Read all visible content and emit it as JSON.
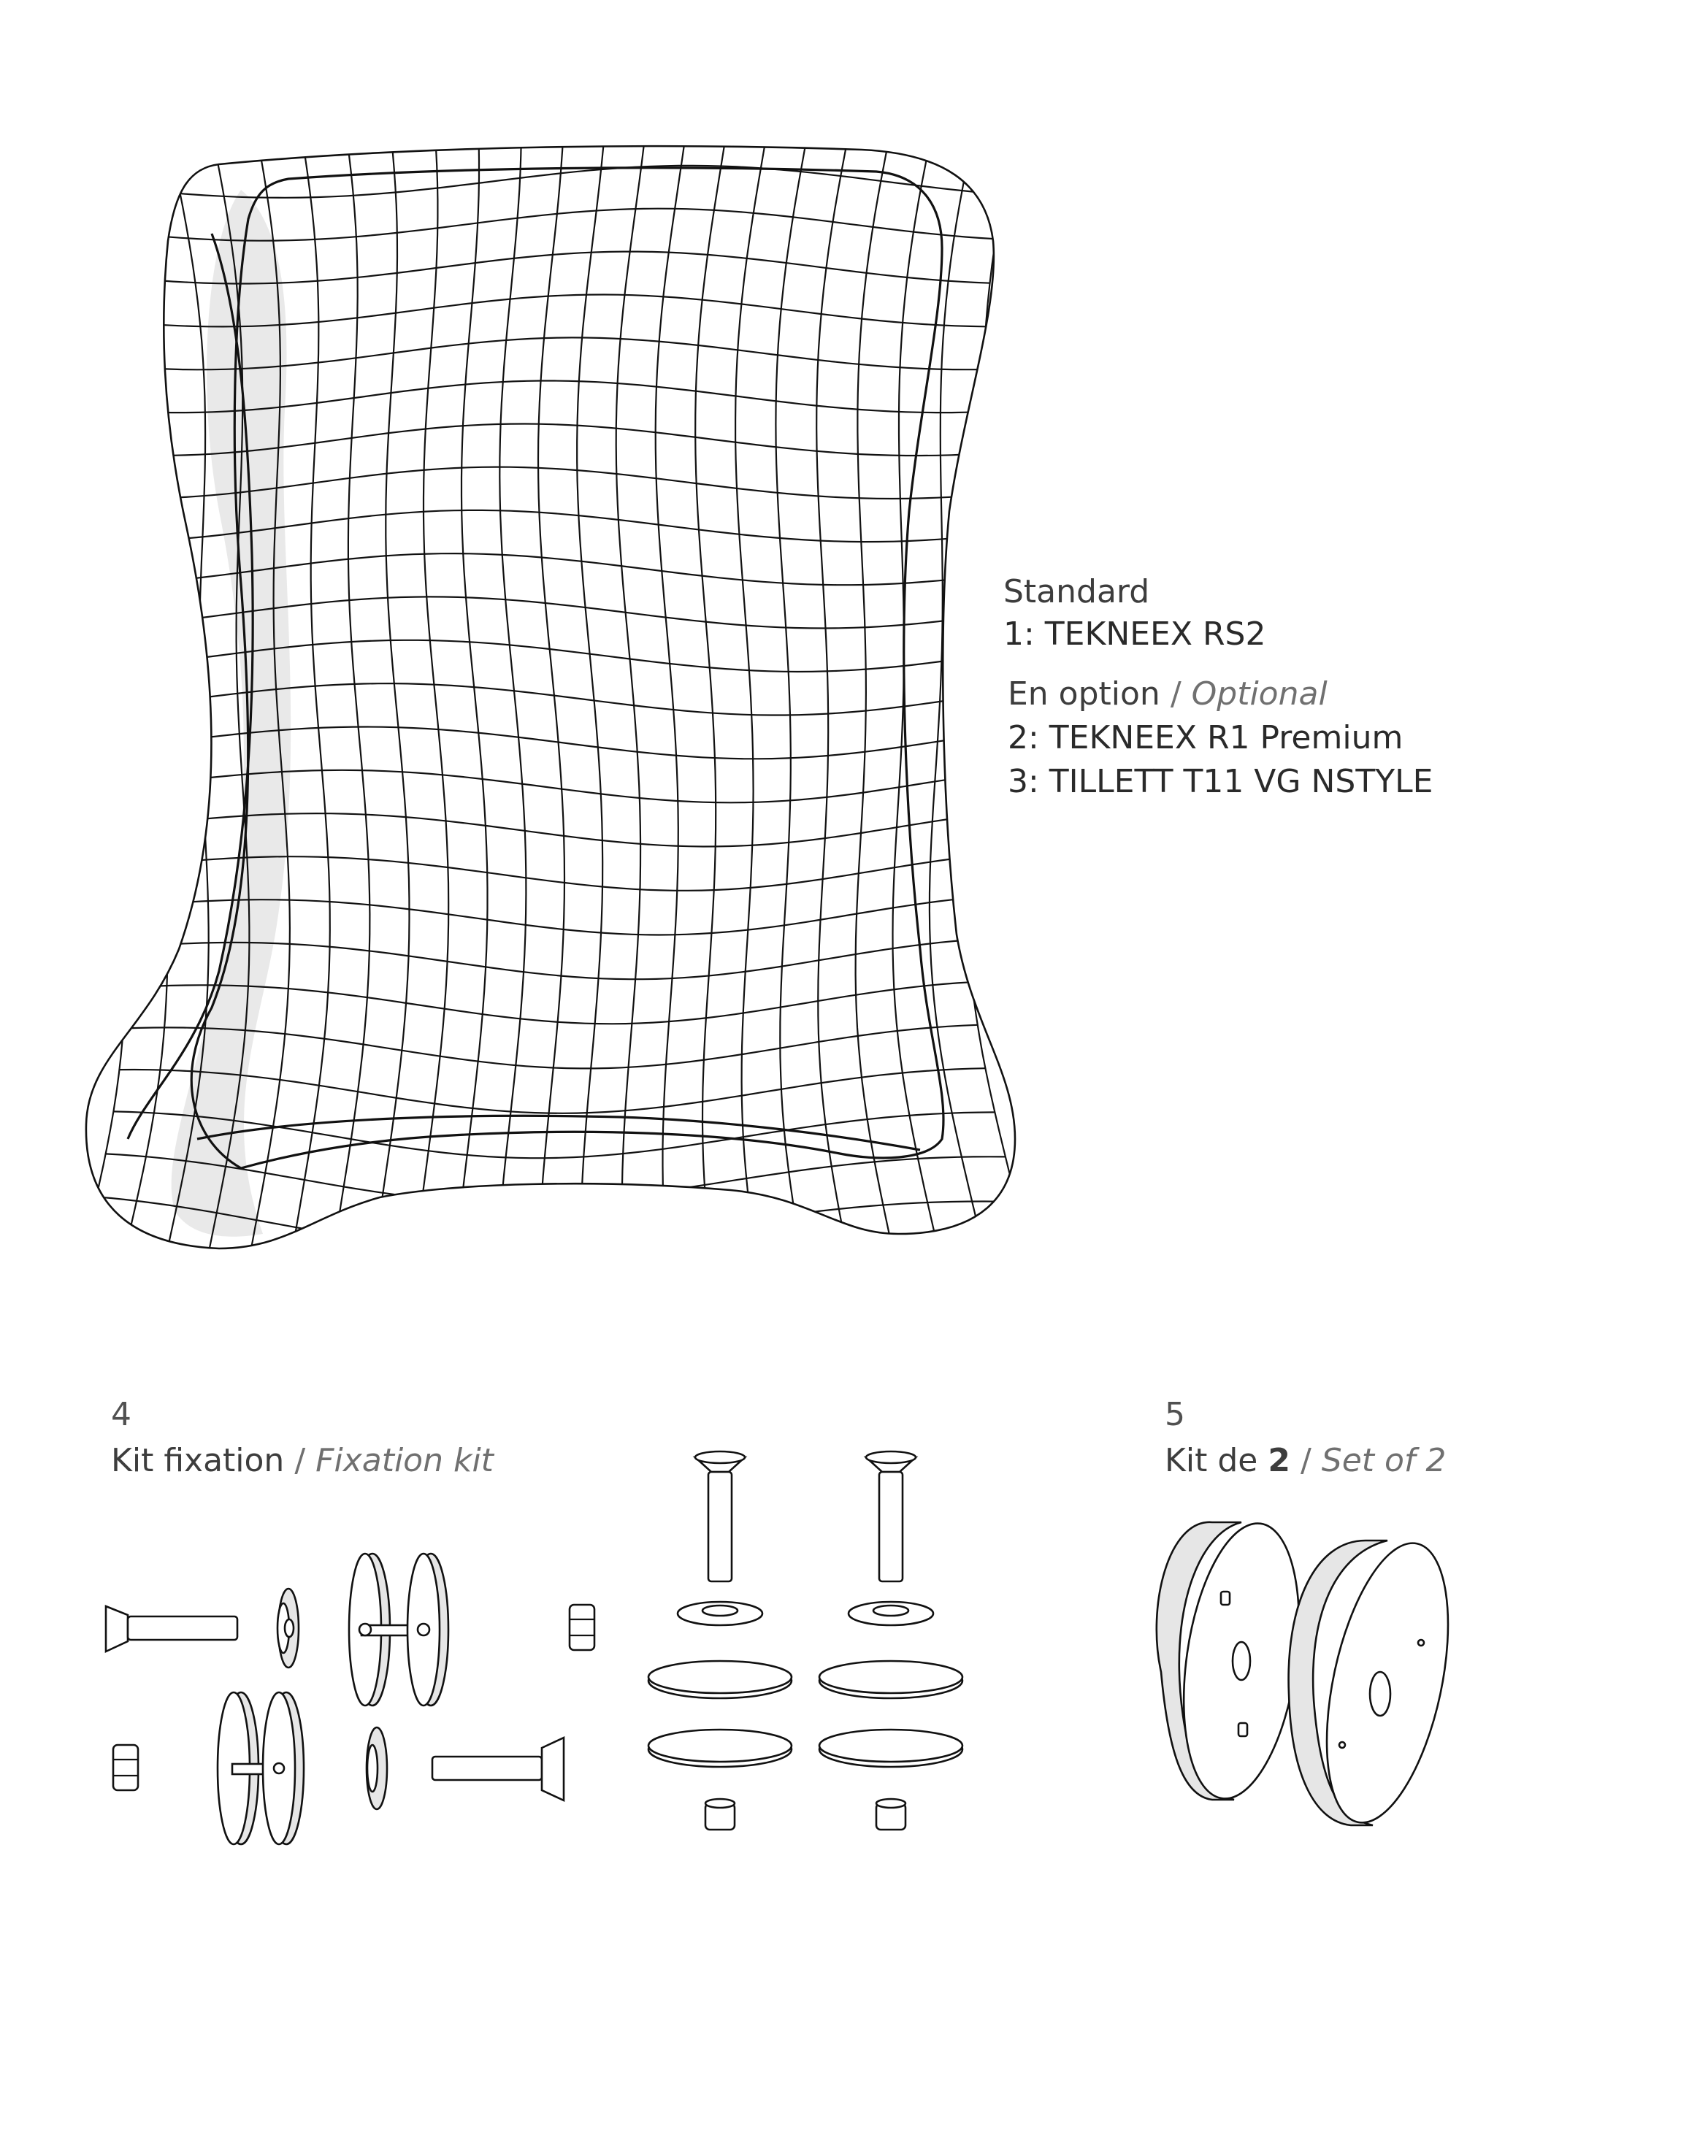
{
  "seat_legend": {
    "standard_label": "Standard",
    "item1": "1: TEKNEEX RS2",
    "option_fr": "En option",
    "option_sep": "/",
    "option_en": "Optional",
    "item2": "2: TEKNEEX R1 Premium",
    "item3": "3: TILLETT T11 VG NSTYLE"
  },
  "fixation_kit": {
    "number": "4",
    "label_fr": "Kit fixation",
    "sep": "/",
    "label_en": "Fixation kit"
  },
  "spacer_set": {
    "number": "5",
    "label_fr_a": "Kit de ",
    "label_fr_b": "2",
    "sep": "/",
    "label_en": "Set of 2"
  },
  "icons": [
    "seat-wireframe-icon",
    "bolt-icon",
    "nut-icon",
    "washer-icon",
    "spacer-disc-icon"
  ],
  "colors": {
    "line": "#111111",
    "shade": "#e6e6e6",
    "text": "#3d3d3d",
    "italic": "#707070"
  }
}
